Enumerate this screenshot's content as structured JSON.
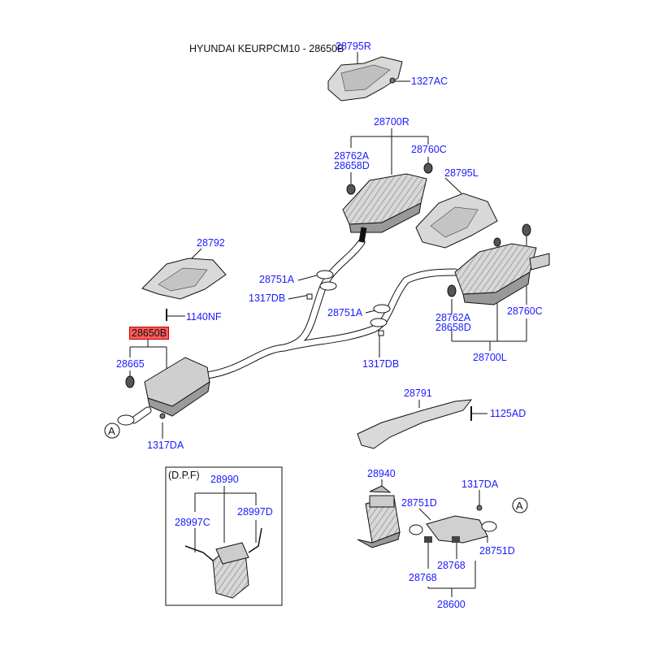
{
  "title": "HYUNDAI KEURPCM10 - 28650B",
  "labels": {
    "l28795R": "28795R",
    "l1327AC": "1327AC",
    "l28700R": "28700R",
    "l28762A_top": "28762A",
    "l28658D_top": "28658D",
    "l28760C_top": "28760C",
    "l28795L": "28795L",
    "l28792": "28792",
    "l28751A_left": "28751A",
    "l1317DB_left": "1317DB",
    "l1140NF": "1140NF",
    "l28650B": "28650B",
    "l28665": "28665",
    "l1317DA_left": "1317DA",
    "l28751A_mid": "28751A",
    "l1317DB_mid": "1317DB",
    "l28762A_right": "28762A",
    "l28658D_right": "28658D",
    "l28760C_right": "28760C",
    "l28700L": "28700L",
    "l28791": "28791",
    "l1125AD": "1125AD",
    "l28940": "28940",
    "l1317DA_right": "1317DA",
    "l28751D_upper": "28751D",
    "l28751D_lower": "28751D",
    "l28768_a": "28768",
    "l28768_b": "28768",
    "l28600": "28600",
    "l28990": "28990",
    "l28997C": "28997C",
    "l28997D": "28997D"
  },
  "dpf_box_label": "(D.P.F)",
  "ref_marker": "A",
  "colors": {
    "label": "#1a1aff",
    "line": "#111111",
    "highlight": "#ff5a5a",
    "part_fill": "#e6e6e6",
    "part_shade": "#b8b8b8"
  }
}
